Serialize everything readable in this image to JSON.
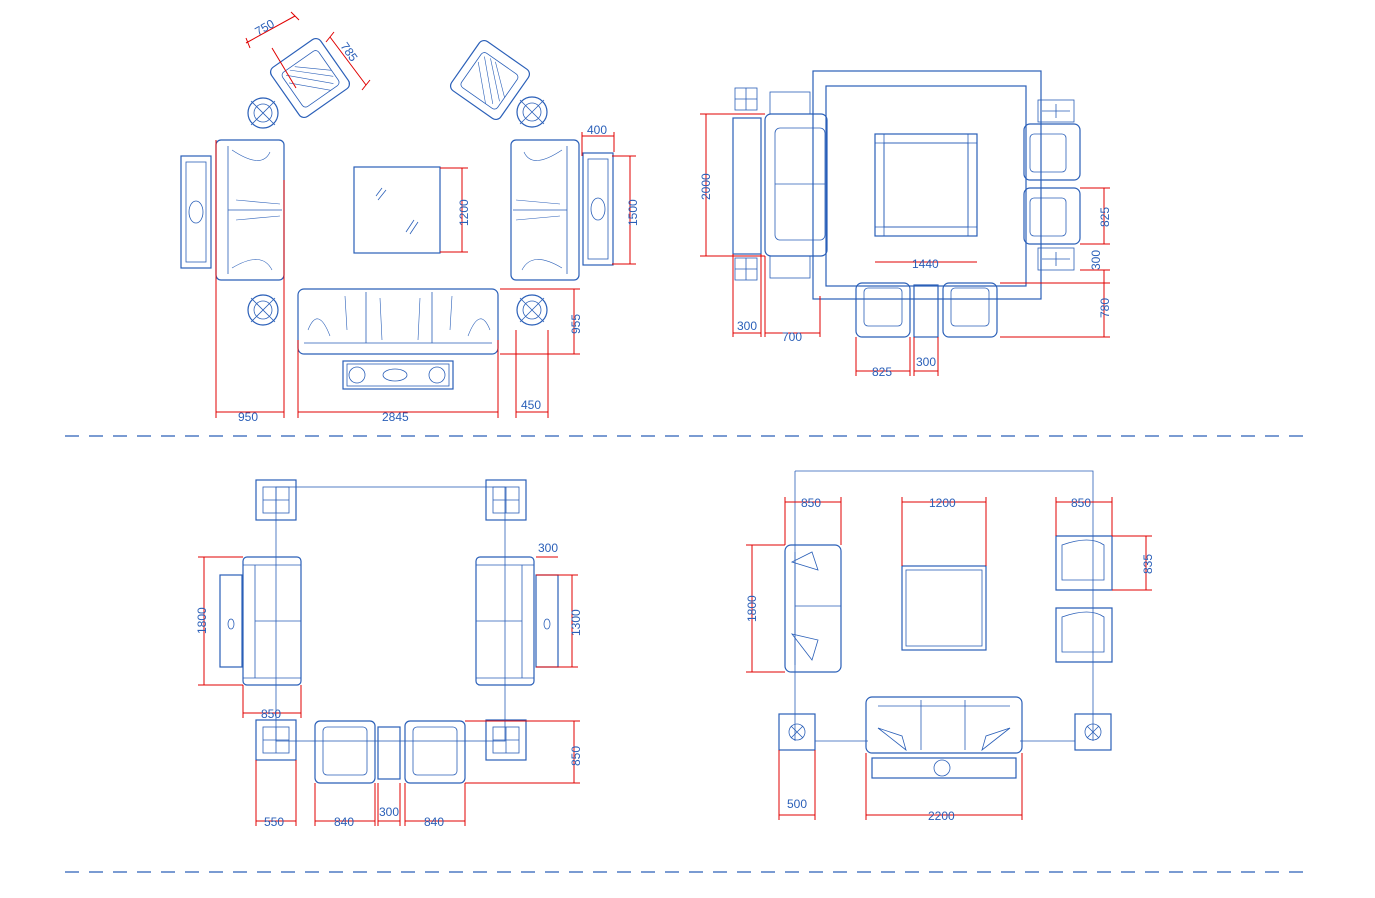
{
  "colors": {
    "furniture_line": "#2a5fb8",
    "dimension_line": "#e00000",
    "dimension_text": "#2a5fb8",
    "background": "#ffffff"
  },
  "plan_a": {
    "dim_chair_width": "750",
    "dim_chair_depth": "785",
    "dim_end_table": "400",
    "dim_table": "1200",
    "dim_sofa_length": "1500",
    "dim_sofa_depth": "955",
    "dim_left": "950",
    "dim_total": "2845",
    "dim_right": "450"
  },
  "plan_b": {
    "dim_height": "2000",
    "dim_chairs": "825",
    "dim_gap_right": "300",
    "dim_right_bottom": "780",
    "dim_table": "1440",
    "dim_cabinet": "300",
    "dim_sofa_depth": "700",
    "dim_chair_bottom": "825",
    "dim_gap_bottom": "300"
  },
  "plan_c": {
    "dim_sofa_length": "1800",
    "dim_cabinet_depth": "300",
    "dim_cabinet_length": "1300",
    "dim_sofa_depth": "850",
    "dim_chair_depth": "850",
    "dim_side_table": "550",
    "dim_chair_1": "840",
    "dim_gap": "300",
    "dim_chair_2": "840"
  },
  "plan_d": {
    "dim_left_sofa": "850",
    "dim_table": "1200",
    "dim_right_chair": "850",
    "dim_chair_depth": "835",
    "dim_sofa_length": "1800",
    "dim_side_table": "500",
    "dim_main_sofa": "2200"
  }
}
